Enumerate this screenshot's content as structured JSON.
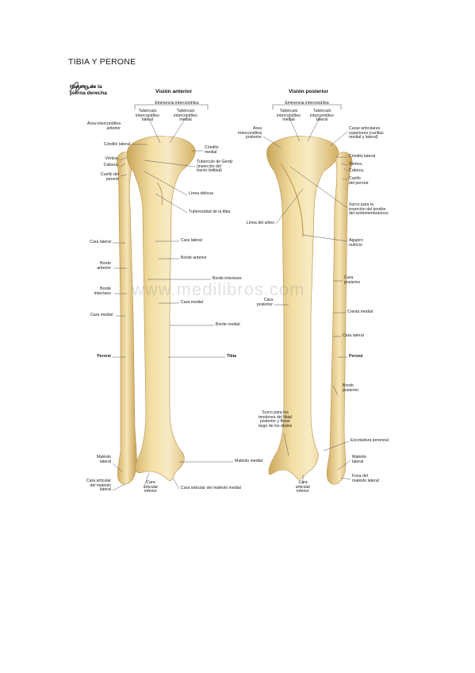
{
  "page": {
    "title": "TIBIA Y PERONE"
  },
  "plate": {
    "section_heading": "Huesos de la\npierna derecha",
    "anterior_heading": "Visión anterior",
    "posterior_heading": "Visión posterior",
    "watermark": "www.medilibros.com",
    "colors": {
      "bone": "#efd79a",
      "bone_shadow": "#c9a55a",
      "bone_light": "#f8ebc4",
      "leader": "#555555"
    }
  },
  "anterior": {
    "eminencia": "Eminencia intercondílea",
    "tuberculo_lateral": "Tubérculo\nintercondíleo\nlateral",
    "tuberculo_medial": "Tubérculo\nintercondíleo\nmedial",
    "area_anterior": "Área intercondílea\nanterior",
    "condilo_lateral": "Cóndilo lateral",
    "condilo_medial": "Cóndilo\nmedial",
    "vertice": "Vértice,",
    "cabeza": "Cabeza,",
    "cuello": "Cuello del\nperoné",
    "gerdy": "Tubérculo de Gerdy\n(inserción del\ntracto ilotibial)",
    "linea_oblicua": "Línea oblicua",
    "tuberosidad": "Tuberosidad de la tibia",
    "cara_lateral_fib": "Cara lateral",
    "cara_lateral_tib": "Cara lateral",
    "borde_anterior_fib": "Borde\nanterior",
    "borde_anterior_tib": "Borde anterior",
    "borde_interoseo_fib": "Borde\ninteróseo",
    "borde_interoseo": "Borde interóseo",
    "cara_medial_fib": "Cara medial",
    "cara_medial_tib": "Cara medial",
    "borde_medial": "Borde medial",
    "perone": "Peroné",
    "tibia": "Tibia",
    "maleolo_lateral": "Maléolo\nlateral",
    "maleolo_medial": "Maléolo medial",
    "cara_articular_maleolo_lateral": "Cara articular\ndel maléolo\nlateral",
    "cara_articular_inferior": "Cara\narticular\ninferior",
    "cara_articular_maleolo_medial": "Cara articular del maléolo medial"
  },
  "posterior": {
    "eminencia": "Eminencia intercondílea",
    "tuberculo_medial": "Tubérculo\nintercondíleo\nmedial",
    "tuberculo_lateral": "Tubérculo\nintercondíleo\nlateral",
    "area_posterior": "Área\nintercondílea\nposterior",
    "caras_articulares": "Caras articulares\nsuperiores (carillas\nmedial y lateral)",
    "condilo_lateral": "Cóndilo lateral",
    "vertice": "Vértice,",
    "cabeza": "Cabeza,",
    "cuello": "Cuello\ndel peroné",
    "surco_semimembranoso": "Surco para la\ninserción del tendón\ndel semimembranoso",
    "linea_soleo": "Línea del sóleo",
    "agujero_nutricio": "Agujero\nnutricio",
    "cara_posterior_fib": "Cara\nposterior",
    "cara_posterior_tib": "Cara\nposterior",
    "cresta_medial": "Cresta medial",
    "cara_lateral": "Cara lateral",
    "perone": "Peroné",
    "borde_posterior": "Borde\nposterior",
    "surco_tendones": "Surco para los\ntendones del tibial\nposterior y flexor\nlargo de los dedos",
    "escotadura": "Escotadura peroneal",
    "maleolo_lateral": "Maléolo\nlateral",
    "fosa": "Fosa del\nmaléolo lateral",
    "cara_articular_inferior": "Cara\narticular\ninferior"
  }
}
